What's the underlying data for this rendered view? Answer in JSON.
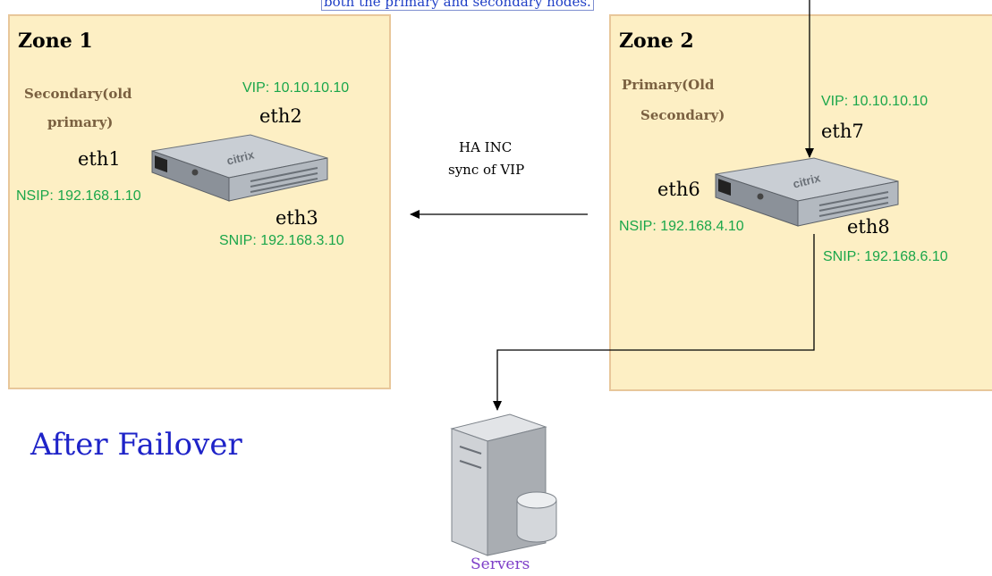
{
  "note": "both the primary and secondary nodes.",
  "zone1": {
    "title": "Zone 1",
    "role_line1": "Secondary(old",
    "role_line2": "primary)",
    "vip": "VIP: 10.10.10.10",
    "nsip": "NSIP: 192.168.1.10",
    "snip": "SNIP: 192.168.3.10",
    "eth_a": "eth1",
    "eth_b": "eth2",
    "eth_c": "eth3"
  },
  "zone2": {
    "title": "Zone 2",
    "role_line1": "Primary(Old",
    "role_line2": "Secondary)",
    "vip": "VIP: 10.10.10.10",
    "nsip": "NSIP: 192.168.4.10",
    "snip": "SNIP: 192.168.6.10",
    "eth_a": "eth6",
    "eth_b": "eth7",
    "eth_c": "eth8"
  },
  "sync": {
    "line1": "HA INC",
    "line2": "sync of VIP"
  },
  "device_logo": "citrix",
  "heading": "After Failover",
  "servers_label": "Servers",
  "colors": {
    "zone_fill": "#fdefc4",
    "zone_border": "#e8c79a",
    "ip_text": "#1aa64a",
    "role_text": "#7a6040",
    "heading": "#1e23c8",
    "servers_label": "#7e3fc8"
  },
  "icons": [
    "citrix-appliance-icon",
    "server-tower-icon",
    "database-icon"
  ]
}
